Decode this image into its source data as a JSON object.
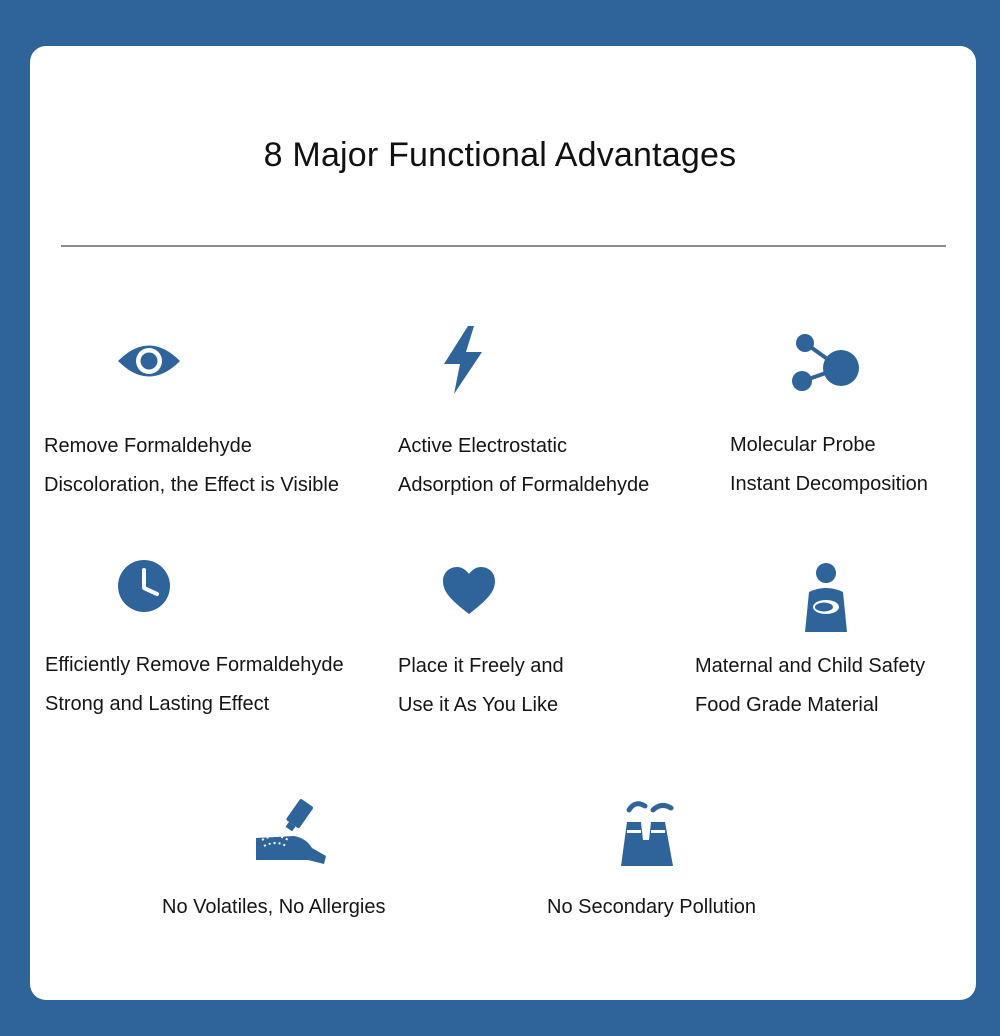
{
  "title": "8 Major Functional Advantages",
  "accent_color": "#2f649b",
  "features": [
    {
      "icon": "eye-icon",
      "line1": "Remove Formaldehyde",
      "line2": "Discoloration, the Effect is Visible"
    },
    {
      "icon": "lightning-icon",
      "line1": "Active Electrostatic",
      "line2": "Adsorption of Formaldehyde"
    },
    {
      "icon": "molecule-icon",
      "line1": "Molecular Probe",
      "line2": "Instant Decomposition"
    },
    {
      "icon": "clock-icon",
      "line1": "Efficiently Remove Formaldehyde",
      "line2": "Strong and Lasting Effect"
    },
    {
      "icon": "heart-icon",
      "line1": "Place it Freely and",
      "line2": "Use it As You Like"
    },
    {
      "icon": "mother-child-icon",
      "line1": "Maternal and Child Safety",
      "line2": "Food Grade Material"
    },
    {
      "icon": "hand-spray-icon",
      "line1": "No Volatiles, No Allergies"
    },
    {
      "icon": "factory-icon",
      "line1": "No Secondary Pollution"
    }
  ]
}
